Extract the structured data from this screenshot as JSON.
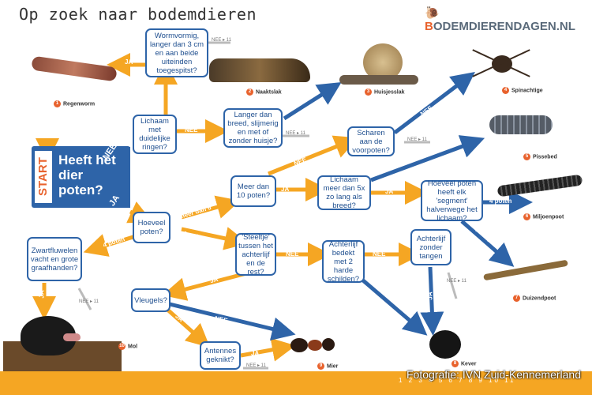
{
  "title": "Op zoek naar bodemdieren",
  "brand": {
    "prefix": "B",
    "rest": "ODEMDIERENDAGEN.NL"
  },
  "start": {
    "tag": "START",
    "question": "Heeft het dier poten?",
    "nee": "NEE",
    "ja": "JA"
  },
  "questions": {
    "wormvormig": "Wormvormig, langer dan 3 cm en aan beide uiteinden toegespitst?",
    "lichaam_ringen": "Lichaam met duidelijke ringen?",
    "langer_breed": "Langer dan breed, slijmerig en met of zonder huisje?",
    "scharen": "Scharen aan de voorpoten?",
    "meer_10": "Meer dan 10 poten?",
    "lichaam_5x": "Lichaam meer dan 5x zo lang als breed?",
    "hoeveel_segment": "Hoeveel poten heeft elk 'segment' halverwege het lichaam?",
    "hoeveel_poten": "Hoeveel poten?",
    "zwartfluwelen": "Zwartfluwelen vacht en grote graafhanden?",
    "steeltje": "'Steeltje' tussen het achterlijf en de rest?",
    "achterlijf_schilden": "Achterlijf bedekt met 2 harde schilden?",
    "achterlijf_tangen": "Achterlijf zonder tangen",
    "vleugels": "Vleugels?",
    "antennes": "Antennes geknikt?"
  },
  "edges": {
    "ja": "JA",
    "nee": "NEE",
    "meer_dan_6": "meer dan 6",
    "6_poten": "6 poten",
    "4_poten": "4 poten",
    "4_poten_b": "4 poten",
    "2_poten": "2 poten",
    "nee11": "NEE ▸ 11"
  },
  "animals": [
    {
      "n": "1",
      "name": "Regenworm"
    },
    {
      "n": "2",
      "name": "Naaktslak"
    },
    {
      "n": "3",
      "name": "Huisjesslak"
    },
    {
      "n": "4",
      "name": "Spinachtige"
    },
    {
      "n": "5",
      "name": "Pissebed"
    },
    {
      "n": "6",
      "name": "Miljoenpoot"
    },
    {
      "n": "7",
      "name": "Duizendpoot"
    },
    {
      "n": "8",
      "name": "Kever"
    },
    {
      "n": "9",
      "name": "Mier"
    },
    {
      "n": "10",
      "name": "Mol"
    }
  ],
  "footer": {
    "timeline": "1 2 3 4 5 6 7 8 9 10 11",
    "credit": "Fotografie: IVN Zuid-Kennemerland"
  },
  "colors": {
    "blue": "#2e64a8",
    "orange": "#f5a623",
    "accent": "#e8622d"
  }
}
